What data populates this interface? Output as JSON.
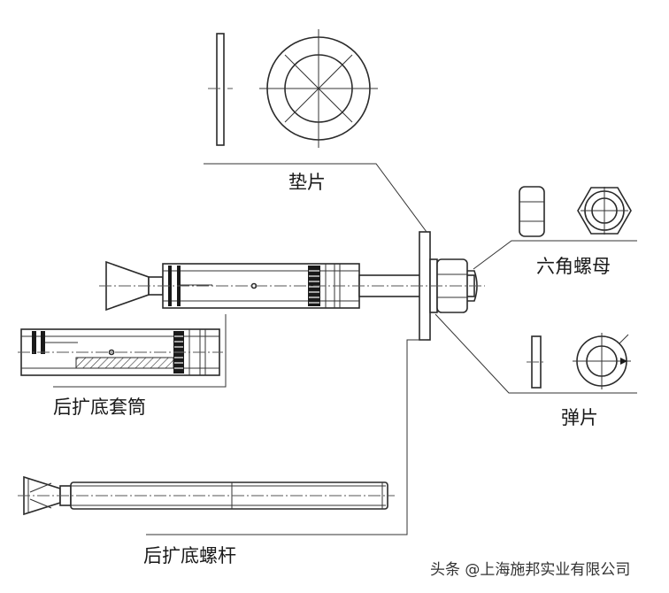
{
  "labels": {
    "washer": "垫片",
    "hex_nut": "六角螺母",
    "spring_washer": "弹片",
    "sleeve": "后扩底套筒",
    "screw": "后扩底螺杆"
  },
  "watermark": "头条 @上海施邦实业有限公司",
  "colors": {
    "line": "#2a2a2a",
    "background": "#ffffff"
  }
}
